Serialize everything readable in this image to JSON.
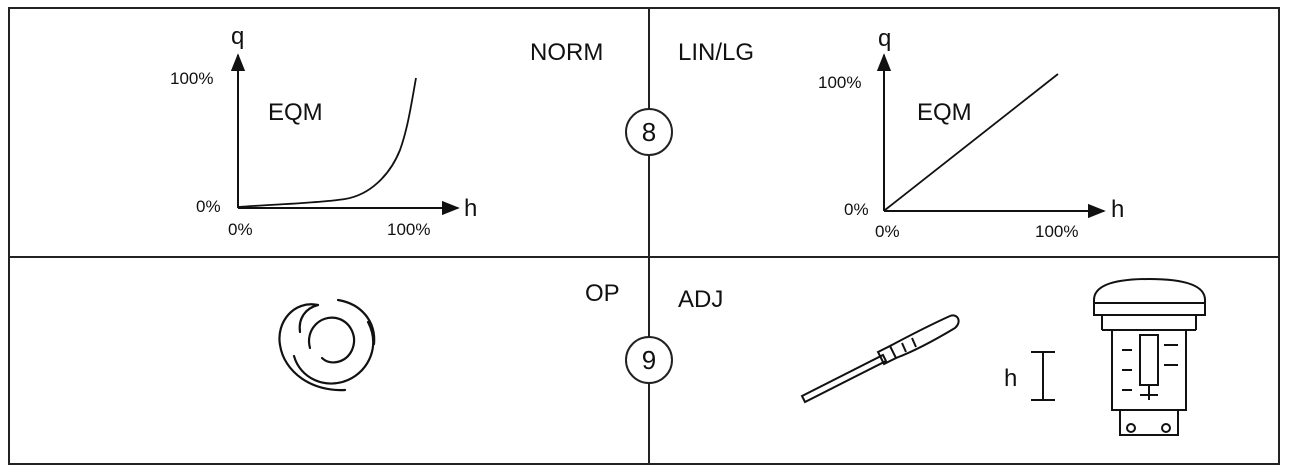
{
  "panels": {
    "top_left": {
      "label": "NORM",
      "curve_label": "EQM",
      "y_axis_name": "q",
      "x_axis_name": "h",
      "y_ticks": [
        "100%",
        "0%"
      ],
      "x_ticks": [
        "0%",
        "100%"
      ]
    },
    "top_right": {
      "label": "LIN/LG",
      "curve_label": "EQM",
      "y_axis_name": "q",
      "x_axis_name": "h",
      "y_ticks": [
        "100%",
        "0%"
      ],
      "x_ticks": [
        "0%",
        "100%"
      ]
    },
    "bottom_left": {
      "label": "OP"
    },
    "bottom_right": {
      "label": "ADJ",
      "dimension_label": "h"
    }
  },
  "steps": {
    "top": "8",
    "bottom": "9"
  },
  "icons": {
    "bottom_left": "swirl-icon",
    "bottom_right_tool": "screwdriver-icon",
    "bottom_right_device": "actuator-icon"
  }
}
